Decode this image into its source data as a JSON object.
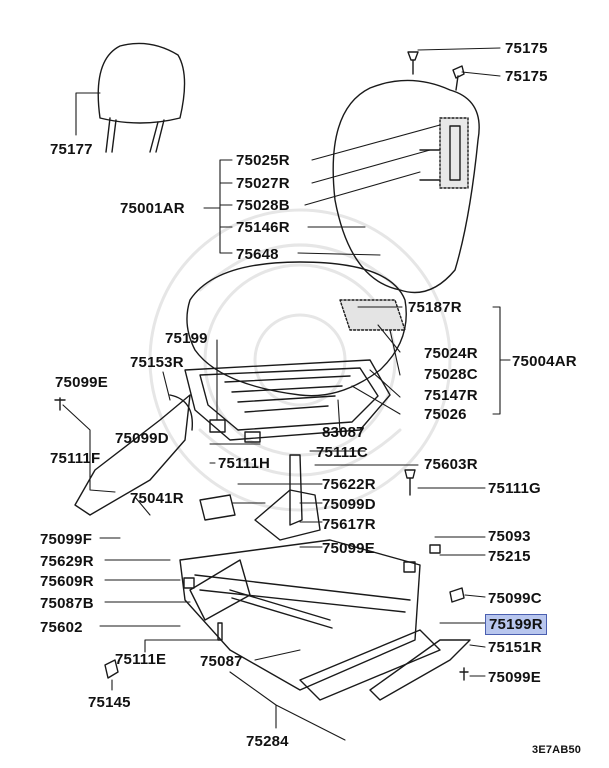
{
  "diagram": {
    "labels": {
      "p75175a": "75175",
      "p75175b": "75175",
      "p75177": "75177",
      "p75025R": "75025R",
      "p75027R": "75027R",
      "p75001AR": "75001AR",
      "p75028B": "75028B",
      "p75146R": "75146R",
      "p75648": "75648",
      "p75187R": "75187R",
      "p75199top": "75199",
      "p75024R": "75024R",
      "p75004AR": "75004AR",
      "p75153R": "75153R",
      "p75028C": "75028C",
      "p75099E_a": "75099E",
      "p75147R": "75147R",
      "p75026": "75026",
      "p83087": "83087",
      "p75099D_a": "75099D",
      "p75111C": "75111C",
      "p75111F": "75111F",
      "p75111H": "75111H",
      "p75603R": "75603R",
      "p75622R": "75622R",
      "p75111G": "75111G",
      "p75041R": "75041R",
      "p75099D_b": "75099D",
      "p75617R": "75617R",
      "p75099F": "75099F",
      "p75093": "75093",
      "p75099E_b": "75099E",
      "p75629R": "75629R",
      "p75215": "75215",
      "p75609R": "75609R",
      "p75099C": "75099C",
      "p75087B": "75087B",
      "p75602": "75602",
      "p75199R": "75199R",
      "p75151R": "75151R",
      "p75111E": "75111E",
      "p75087": "75087",
      "p75099E_c": "75099E",
      "p75145": "75145",
      "p75284": "75284"
    },
    "diagram_code": "3E7AB50",
    "highlight_color": "#b8c6ee"
  }
}
